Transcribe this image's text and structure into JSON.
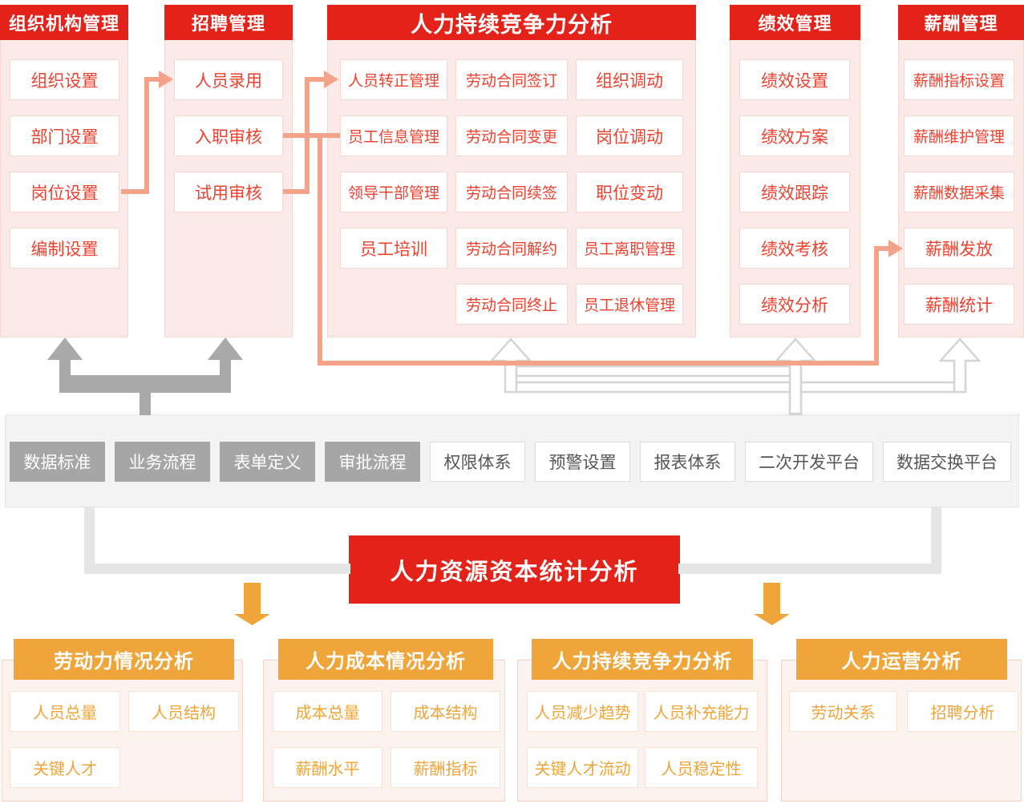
{
  "colors": {
    "primary_red": "#e3231a",
    "item_red": "#f0412f",
    "accent_orange": "#efa539",
    "flow_salmon": "#f2a389",
    "arrow_gray": "#a9a9a9",
    "platform_gray": "#a6a6a6"
  },
  "top_columns": [
    {
      "title": "组织机构管理",
      "items": [
        "组织设置",
        "部门设置",
        "岗位设置",
        "编制设置"
      ]
    },
    {
      "title": "招聘管理",
      "items": [
        "人员录用",
        "入职审核",
        "试用审核"
      ]
    },
    {
      "title": "人力持续竞争力分析",
      "grid": [
        [
          "人员转正管理",
          "劳动合同签订",
          "组织调动"
        ],
        [
          "员工信息管理",
          "劳动合同变更",
          "岗位调动"
        ],
        [
          "领导干部管理",
          "劳动合同续签",
          "职位变动"
        ],
        [
          "员工培训",
          "劳动合同解约",
          "员工离职管理"
        ],
        [
          "劳动合同终止",
          "员工退休管理"
        ]
      ]
    },
    {
      "title": "绩效管理",
      "items": [
        "绩效设置",
        "绩效方案",
        "绩效跟踪",
        "绩效考核",
        "绩效分析"
      ]
    },
    {
      "title": "薪酬管理",
      "items": [
        "薪酬指标设置",
        "薪酬维护管理",
        "薪酬数据采集",
        "薪酬发放",
        "薪酬统计"
      ]
    }
  ],
  "platform_bar": {
    "dark_items": [
      "数据标准",
      "业务流程",
      "表单定义",
      "审批流程"
    ],
    "light_items": [
      "权限体系",
      "预警设置",
      "报表体系",
      "二次开发平台",
      "数据交换平台"
    ]
  },
  "banner": {
    "title": "人力资源资本统计分析"
  },
  "bottom_sections": [
    {
      "title": "劳动力情况分析",
      "items": [
        "人员总量",
        "人员结构",
        "关键人才"
      ]
    },
    {
      "title": "人力成本情况分析",
      "items": [
        "成本总量",
        "成本结构",
        "薪酬水平",
        "薪酬指标"
      ]
    },
    {
      "title": "人力持续竞争力分析",
      "items": [
        "人员减少趋势",
        "人员补充能力",
        "关键人才流动",
        "人员稳定性"
      ]
    },
    {
      "title": "人力运营分析",
      "items": [
        "劳动关系",
        "招聘分析"
      ]
    }
  ]
}
